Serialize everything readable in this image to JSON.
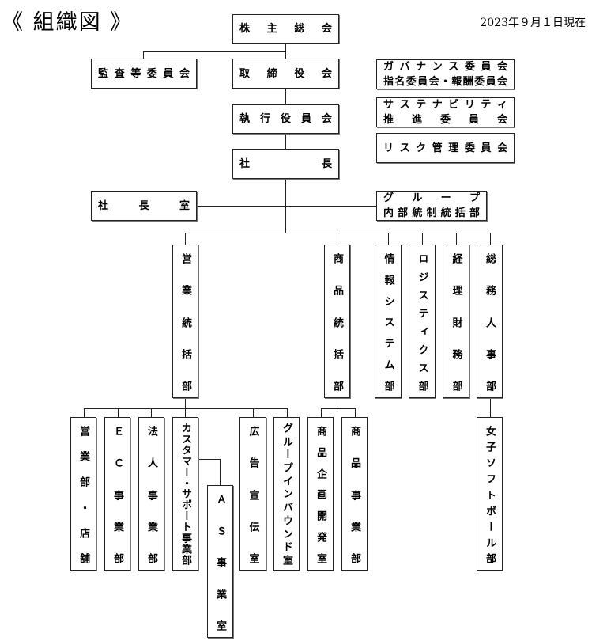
{
  "header": {
    "title": "《 組織図 》",
    "date": "2023年９月１日現在"
  },
  "top": {
    "shareholders": "株主総会",
    "audit": "監査等委員会",
    "board": "取締役会",
    "executive": "執行役員会",
    "president": "社長",
    "president_office": "社長室",
    "group_internal_line1": "グループ",
    "group_internal_line2": "内部統制統括部"
  },
  "committees": {
    "governance_line1": "ガバナンス委員会",
    "governance_line2": "指名委員会・報酬委員会",
    "sustainability_line1": "サステナビリティ",
    "sustainability_line2": "推進委員会",
    "risk": "リスク管理委員会"
  },
  "divisions": {
    "sales": "営業統括部",
    "merch": "商品統括部",
    "it": "情報システム部",
    "logistics": "ロジスティクス部",
    "accounting": "経理財務部",
    "hr": "総務人事部"
  },
  "departments": {
    "store": "営業部・店舗",
    "ec": "ＥＣ事業部",
    "corporate": "法人事業部",
    "customer": "カスタマー・サポート事業部",
    "as": "ＡＳ事業室",
    "pr": "広告宣伝室",
    "inbound": "グループインバウンド室",
    "planning": "商品企画開発室",
    "merch_biz": "商品事業部",
    "softball": "女子ソフトボール部"
  }
}
